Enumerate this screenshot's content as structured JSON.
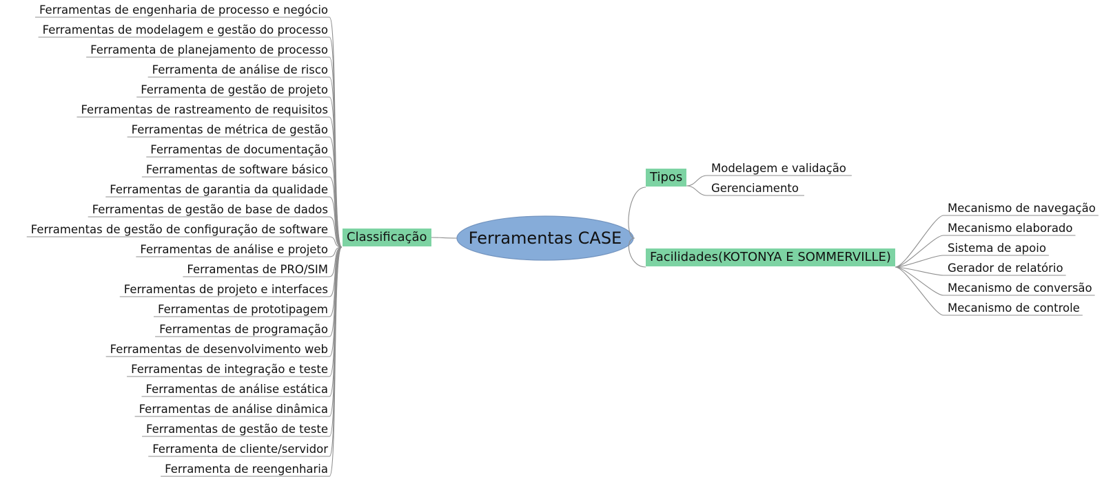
{
  "mindmap": {
    "root": {
      "label": "Ferramentas CASE"
    },
    "colors": {
      "root_fill": "#86acd9",
      "root_stroke": "#7394bf",
      "branch_fill": "#7dd3a3",
      "line": "#8e8e8e"
    },
    "classificacao": {
      "label": "Classificação",
      "items": [
        "Ferramentas de engenharia de processo e negócio",
        "Ferramentas de modelagem e gestão do processo",
        "Ferramenta de planejamento de processo",
        "Ferramenta de análise de risco",
        "Ferramenta de gestão de projeto",
        "Ferramentas de rastreamento de requisitos",
        "Ferramentas de métrica de gestão",
        "Ferramentas de documentação",
        "Ferramentas de software básico",
        "Ferramentas de garantia da qualidade",
        "Ferramentas de gestão de base de dados",
        "Ferramentas de gestão de configuração de software",
        "Ferramentas de análise e projeto",
        "Ferramentas de PRO/SIM",
        "Ferramentas de projeto e interfaces",
        "Ferramentas de prototipagem",
        "Ferramentas de programação",
        "Ferramentas de desenvolvimento web",
        "Ferramentas de integração e teste",
        "Ferramentas de análise estática",
        "Ferramentas de análise dinâmica",
        "Ferramentas de gestão de teste",
        "Ferramenta de cliente/servidor",
        "Ferramenta de reengenharia"
      ]
    },
    "tipos": {
      "label": "Tipos",
      "items": [
        "Modelagem e validação",
        "Gerenciamento"
      ]
    },
    "facilidades": {
      "label": "Facilidades(KOTONYA E SOMMERVILLE)",
      "items": [
        "Mecanismo de navegação",
        "Mecanismo elaborado",
        "Sistema de apoio",
        "Gerador de relatório",
        "Mecanismo de conversão",
        "Mecanismo de controle"
      ]
    }
  }
}
